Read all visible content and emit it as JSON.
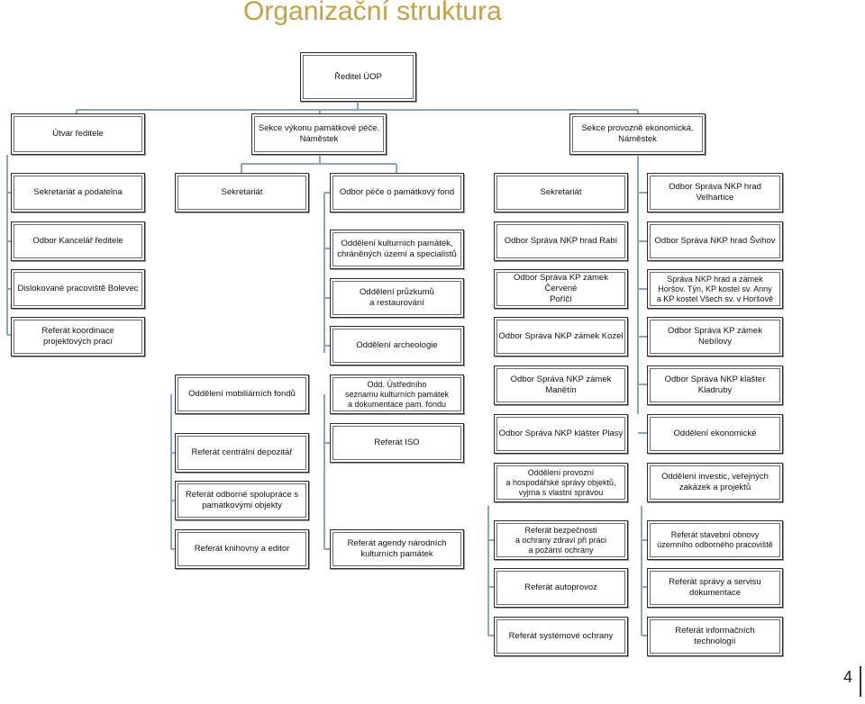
{
  "title": "Organizační struktura",
  "page_number": "4",
  "boxes": {
    "director": "Ředitel ÚOP",
    "utvar": "Útvar ředitele",
    "sekce_vykonu": "Sekce výkonu památkové péče.\nNáměstek",
    "sekce_provozne": "Sekce provozně ekonomická.\nNáměstek",
    "a1": "Sekretariát a podatelna",
    "a2": "Odbor Kancelář ředitele",
    "a3": "Dislokované pracoviště Bolevec",
    "a4": "Referát koordinace\nprojektových prací",
    "b1": "Sekretariát",
    "b2": "Oddělení mobiliárních fondů",
    "b3": "Referát centrální depozitář",
    "b4": "Referát odborné spolupráce s\npamátkovými objekty",
    "b5": "Referát knihovny a editor",
    "c1": "Odbor péče o památkový fond",
    "c2": "Oddělení kulturních památek,\nchráněných území a specialistů",
    "c3": "Oddělení průzkumů\na restaurování",
    "c4": "Oddělení archeologie",
    "c5": "Odd. Ústředního\nseznamu kulturních památek\na dokumentace pam. fondu",
    "c6": "Referát ISO",
    "c7": "Referát agendy národních\nkulturních památek",
    "d1": "Sekretariát",
    "d2": "Odbor Správa NKP hrad Rabí",
    "d3": "Odbor Správa KP zámek Červené\nPoříčí",
    "d4": "Odbor Správa NKP zámek Kozel",
    "d5": "Odbor Správa NKP zámek\nManětín",
    "d6": "Odbor Správa NKP klášter Plasy",
    "d7": "Oddělení provozní\na hospodářské správy objektů,\nvyjma s vlastní správou",
    "d8": "Referát bezpečnosti\na ochrany zdraví při práci\na požární ochrany",
    "d9": "Referát autoprovoz",
    "d10": "Referát systémové ochrany",
    "e1": "Odbor Správa NKP hrad\nVelhartice",
    "e2": "Odbor Správa NKP hrad Švihov",
    "e3": "Správa NKP hrad a zámek\nHoršov. Týn, KP kostel sv. Anny\na KP kostel Všech sv. v Horšově",
    "e4": "Odbor Správa KP zámek\nNebílovy",
    "e5": "Odbor Správa NKP klášter\nKladruby",
    "e6": "Oddělení ekonomické",
    "e7": "Oddělení investic, veřejných\nzakázek a projektů",
    "e8": "Referát stavební obnovy\núzemního odborného pracoviště",
    "e9": "Referát správy a servisu\ndokumentace",
    "e10": "Referát informačních\ntechnologií"
  }
}
